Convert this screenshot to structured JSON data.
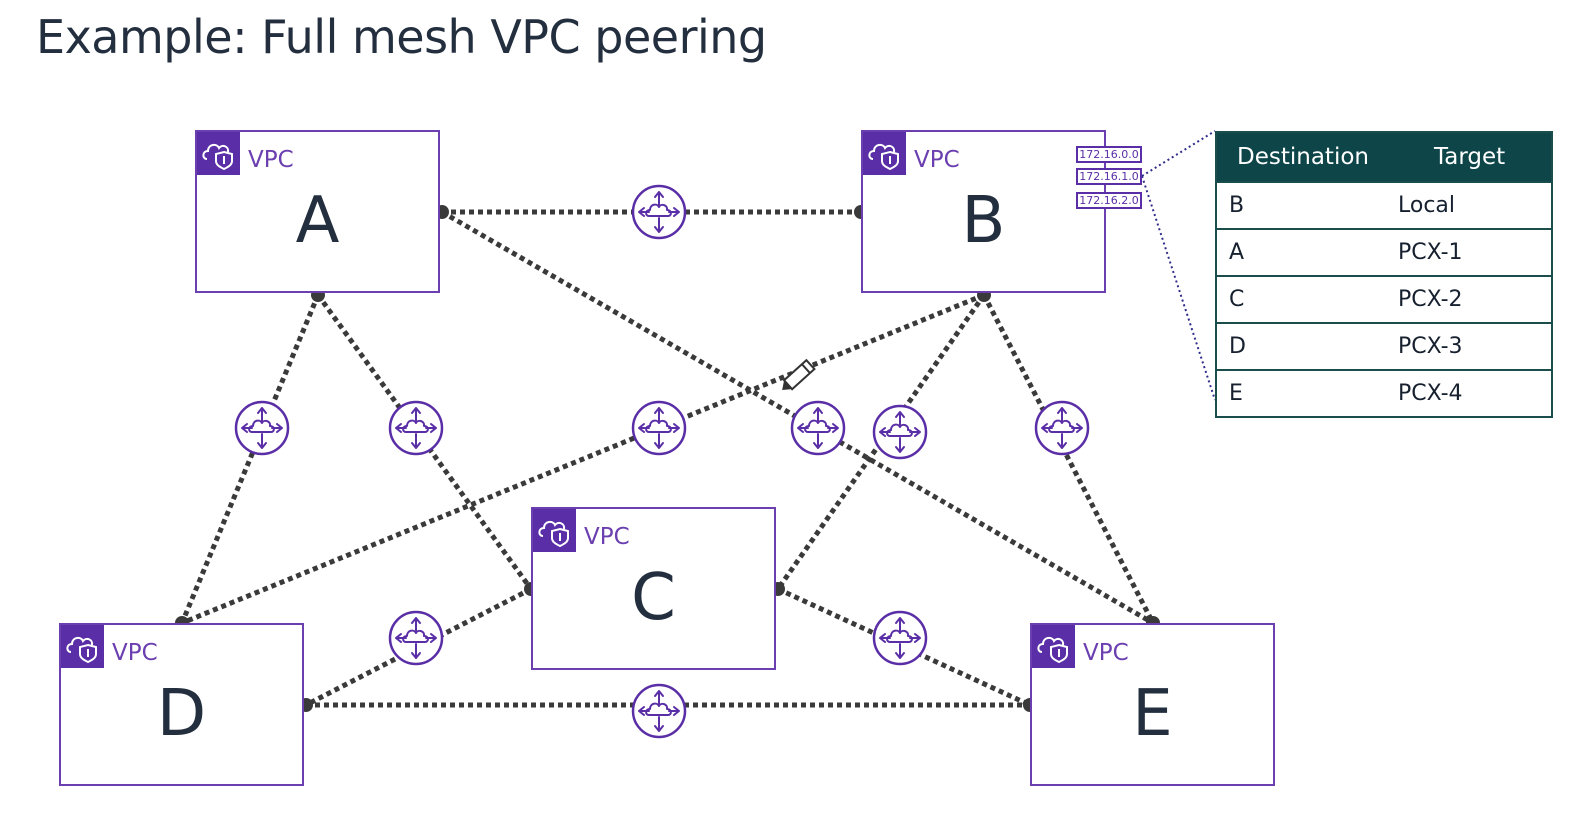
{
  "title": "Example: Full mesh VPC peering",
  "accent_color": "#5a2ea6",
  "vpc_label": "VPC",
  "vpcs": [
    {
      "id": "A",
      "letter": "A"
    },
    {
      "id": "B",
      "letter": "B"
    },
    {
      "id": "C",
      "letter": "C"
    },
    {
      "id": "D",
      "letter": "D"
    },
    {
      "id": "E",
      "letter": "E"
    }
  ],
  "vpc_b_cidrs": [
    "172.16.0.0",
    "172.16.1.0",
    "172.16.2.0"
  ],
  "route_table": {
    "headers": [
      "Destination",
      "Target"
    ],
    "rows": [
      [
        "B",
        "Local"
      ],
      [
        "A",
        "PCX-1"
      ],
      [
        "C",
        "PCX-2"
      ],
      [
        "D",
        "PCX-3"
      ],
      [
        "E",
        "PCX-4"
      ]
    ]
  },
  "icons": {
    "vpc_badge": "cloud-shield-icon",
    "peering": "peering-connection-icon",
    "pencil": "pencil-icon"
  }
}
